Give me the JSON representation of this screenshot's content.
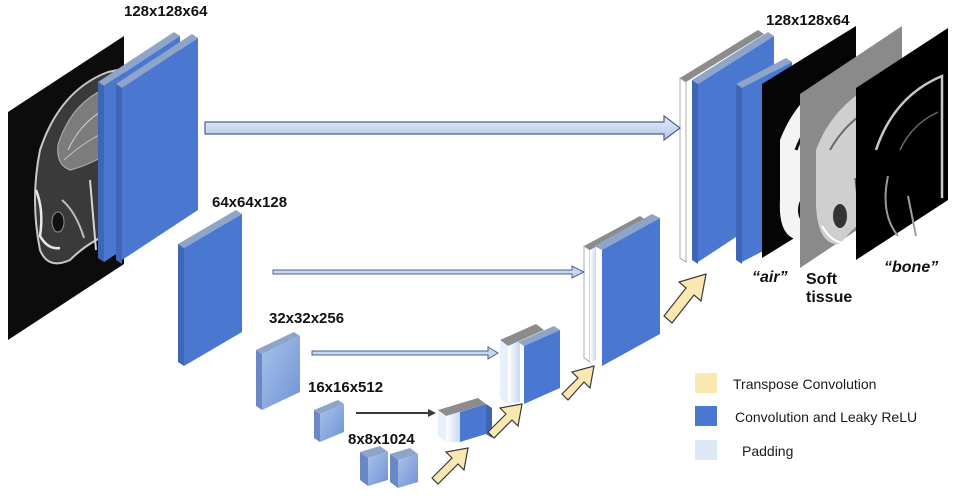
{
  "labels": {
    "l128_in": "128x128x64",
    "l64": "64x64x128",
    "l32": "32x32x256",
    "l16": "16x16x512",
    "l8": "8x8x1024",
    "l128_out": "128x128x64"
  },
  "outputs": {
    "air": "“air”",
    "soft_line1": "Soft",
    "soft_line2": "tissue",
    "bone": "“bone”"
  },
  "legend": [
    {
      "label": "Transpose Convolution",
      "color": "#fbe8b0"
    },
    {
      "label": "Convolution and Leaky ReLU",
      "color": "#4a78d0"
    },
    {
      "label": "Padding",
      "color": "#dce8f6"
    }
  ],
  "colors": {
    "conv_front": "#4a78d0",
    "conv_top": "#8ea4c8",
    "conv_side": "#3e66b4",
    "conv_light": "#8aaee0",
    "padding": "#e8f0fa",
    "transpose": "#fbe8b0",
    "arrow_fill": "#c7d5ee",
    "arrow_stroke": "#4a6090"
  }
}
